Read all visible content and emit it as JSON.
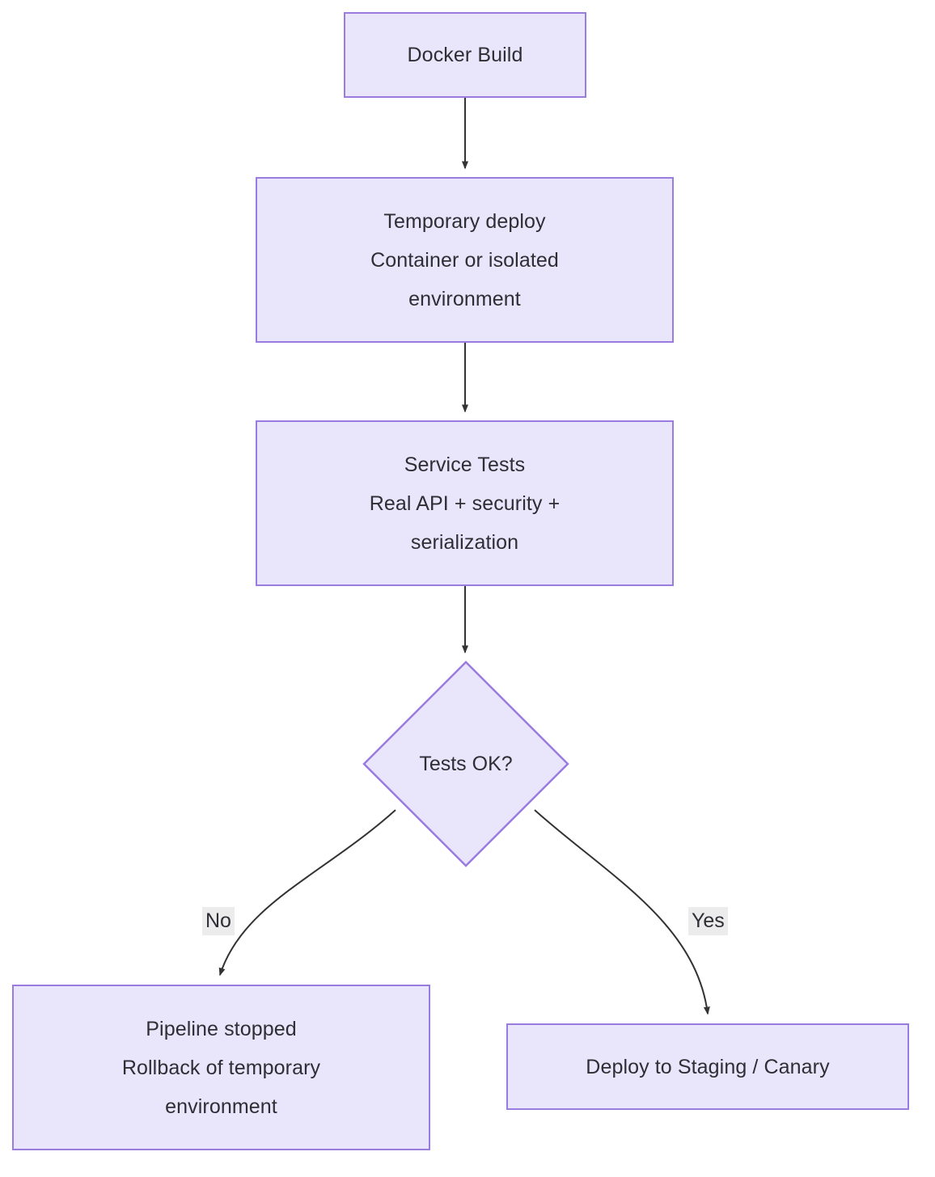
{
  "diagram": {
    "type": "flowchart",
    "direction": "top-down",
    "theme": {
      "node_fill": "#E9E5FB",
      "node_border": "#9A7BE0",
      "node_text": "#2e2e35",
      "edge_stroke": "#333333",
      "edge_label_bg": "#ECECEC",
      "background": "#FFFFFF"
    },
    "nodes": [
      {
        "id": "docker-build",
        "shape": "rect",
        "lines": [
          "Docker Build"
        ]
      },
      {
        "id": "temporary-deploy",
        "shape": "rect",
        "lines": [
          "Temporary deploy",
          "Container or isolated",
          "environment"
        ]
      },
      {
        "id": "service-tests",
        "shape": "rect",
        "lines": [
          "Service Tests",
          "Real API + security +",
          "serialization"
        ]
      },
      {
        "id": "tests-ok",
        "shape": "diamond",
        "lines": [
          "Tests OK?"
        ]
      },
      {
        "id": "pipeline-stopped",
        "shape": "rect",
        "lines": [
          "Pipeline stopped",
          "Rollback of temporary",
          "environment"
        ]
      },
      {
        "id": "deploy-staging",
        "shape": "rect",
        "lines": [
          "Deploy to Staging / Canary"
        ]
      }
    ],
    "edges": [
      {
        "id": "e1",
        "from": "docker-build",
        "to": "temporary-deploy",
        "label": ""
      },
      {
        "id": "e2",
        "from": "temporary-deploy",
        "to": "service-tests",
        "label": ""
      },
      {
        "id": "e3",
        "from": "service-tests",
        "to": "tests-ok",
        "label": ""
      },
      {
        "id": "e4",
        "from": "tests-ok",
        "to": "pipeline-stopped",
        "label": "No"
      },
      {
        "id": "e5",
        "from": "tests-ok",
        "to": "deploy-staging",
        "label": "Yes"
      }
    ]
  }
}
